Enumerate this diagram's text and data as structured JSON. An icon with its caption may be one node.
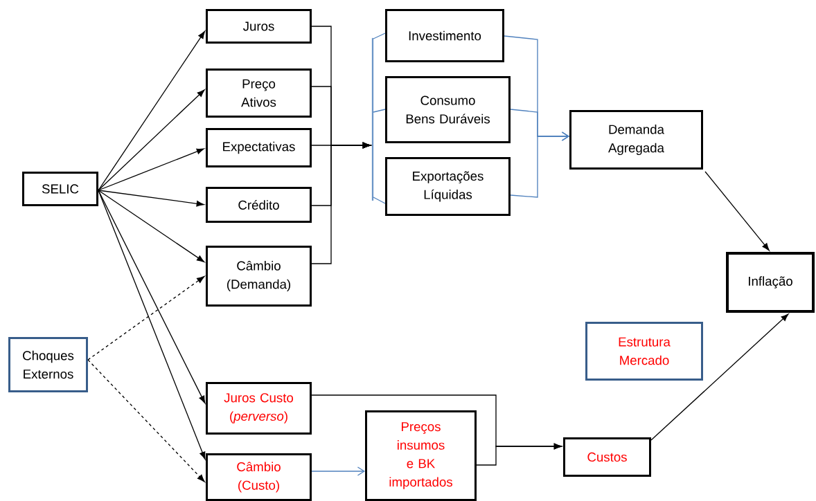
{
  "diagram": {
    "nodes": [
      {
        "text": [
          "SELIC"
        ]
      },
      {
        "text": [
          "Juros"
        ]
      },
      {
        "text": [
          "Preço Ativos"
        ]
      },
      {
        "text": [
          "Expectativas"
        ]
      },
      {
        "text": [
          "Crédito"
        ]
      },
      {
        "text": [
          "Câmbio (Demanda)"
        ]
      },
      {
        "text": [
          "Choques Externos"
        ]
      },
      {
        "text": [
          "Juros Custo (*perverso*)"
        ]
      },
      {
        "text": [
          "Câmbio (Custo)"
        ]
      },
      {
        "text": [
          "Investimento"
        ]
      },
      {
        "text": [
          "Consumo Bens Duráveis"
        ]
      },
      {
        "text": [
          "Exportações Líquidas"
        ]
      },
      {
        "text": [
          "Demanda Agregada"
        ]
      },
      {
        "text": [
          "Inflação"
        ]
      },
      {
        "text": [
          "Estrutura Mercado"
        ]
      },
      {
        "text": [
          "Preços insumos e BK importados"
        ]
      },
      {
        "text": [
          "Custos"
        ]
      },
      {
        "text": [],
        "shape": "bar"
      }
    ],
    "edges": [
      {
        "from": 0,
        "to": 1,
        "arrow": "to"
      },
      {
        "from": 0,
        "to": 2,
        "arrow": "to"
      },
      {
        "from": 0,
        "to": 3,
        "arrow": "to"
      },
      {
        "from": 0,
        "to": 4,
        "arrow": "to"
      },
      {
        "from": 0,
        "to": 5,
        "arrow": "to"
      },
      {
        "from": 0,
        "to": 7,
        "arrow": "to"
      },
      {
        "from": 0,
        "to": 8,
        "arrow": "to"
      },
      {
        "from": 6,
        "to": 5,
        "arrow": "to",
        "style": "dashed"
      },
      {
        "from": 6,
        "to": 8,
        "arrow": "to",
        "style": "dashed"
      },
      {
        "from": 1,
        "to": 17,
        "arrow": "to"
      },
      {
        "from": 2,
        "to": 17,
        "arrow": "to"
      },
      {
        "from": 3,
        "to": 17,
        "arrow": "to"
      },
      {
        "from": 4,
        "to": 17,
        "arrow": "to"
      },
      {
        "from": 5,
        "to": 17,
        "arrow": "to"
      },
      {
        "from": 17,
        "to": 9,
        "arrow": "none",
        "color": "#4f81bd"
      },
      {
        "from": 17,
        "to": 10,
        "arrow": "none",
        "color": "#4f81bd"
      },
      {
        "from": 17,
        "to": 11,
        "arrow": "none",
        "color": "#4f81bd"
      },
      {
        "from": 9,
        "to": 12,
        "arrow": "to",
        "color": "#4f81bd"
      },
      {
        "from": 10,
        "to": 12,
        "arrow": "to",
        "color": "#4f81bd"
      },
      {
        "from": 11,
        "to": 12,
        "arrow": "to",
        "color": "#4f81bd"
      },
      {
        "from": 12,
        "to": 13,
        "arrow": "to"
      },
      {
        "from": 7,
        "to": 16,
        "arrow": "to"
      },
      {
        "from": 15,
        "to": 16,
        "arrow": "to"
      },
      {
        "from": 8,
        "to": 15,
        "arrow": "to",
        "color": "#4f81bd"
      },
      {
        "from": 16,
        "to": 13,
        "arrow": "to"
      }
    ]
  }
}
